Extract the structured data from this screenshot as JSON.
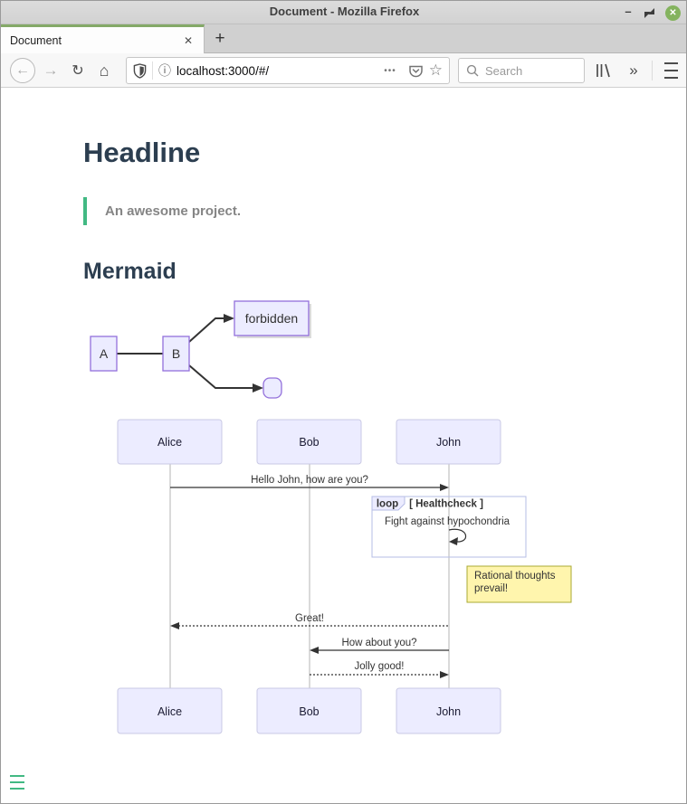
{
  "browser": {
    "window_title": "Document - Mozilla Firefox",
    "tab_title": "Document",
    "url": "localhost:3000/#/",
    "search_placeholder": "Search"
  },
  "icons": {
    "minimize": "–",
    "close_window": "✕",
    "tab_close": "✕",
    "new_tab": "+",
    "back": "←",
    "forward": "→",
    "reload": "↻",
    "home": "⌂",
    "info": "ⓘ",
    "ellipsis": "•••",
    "star": "☆",
    "chevrons": "»"
  },
  "content": {
    "headline": "Headline",
    "quote": "An awesome project.",
    "section_title": "Mermaid"
  },
  "flowchart": {
    "node_a": "A",
    "node_b": "B",
    "node_forbidden": "forbidden"
  },
  "sequence": {
    "actors": [
      "Alice",
      "Bob",
      "John"
    ],
    "msg_hello": "Hello John, how are you?",
    "loop_title": "loop",
    "loop_condition": "[ Healthcheck ]",
    "msg_fight": "Fight against hypochondria",
    "note_line1": "Rational thoughts",
    "note_line2": "prevail!",
    "msg_great": "Great!",
    "msg_how": "How about you?",
    "msg_jolly": "Jolly good!"
  },
  "colors": {
    "accent_green": "#42b983",
    "heading": "#2c3e50",
    "node_fill": "#ECECFF",
    "node_border": "#9370DB",
    "note_fill": "#fff5ad",
    "note_border": "#aaaa33",
    "tab_stripe_green": "#84a968",
    "close_button_green": "#84b35e"
  }
}
